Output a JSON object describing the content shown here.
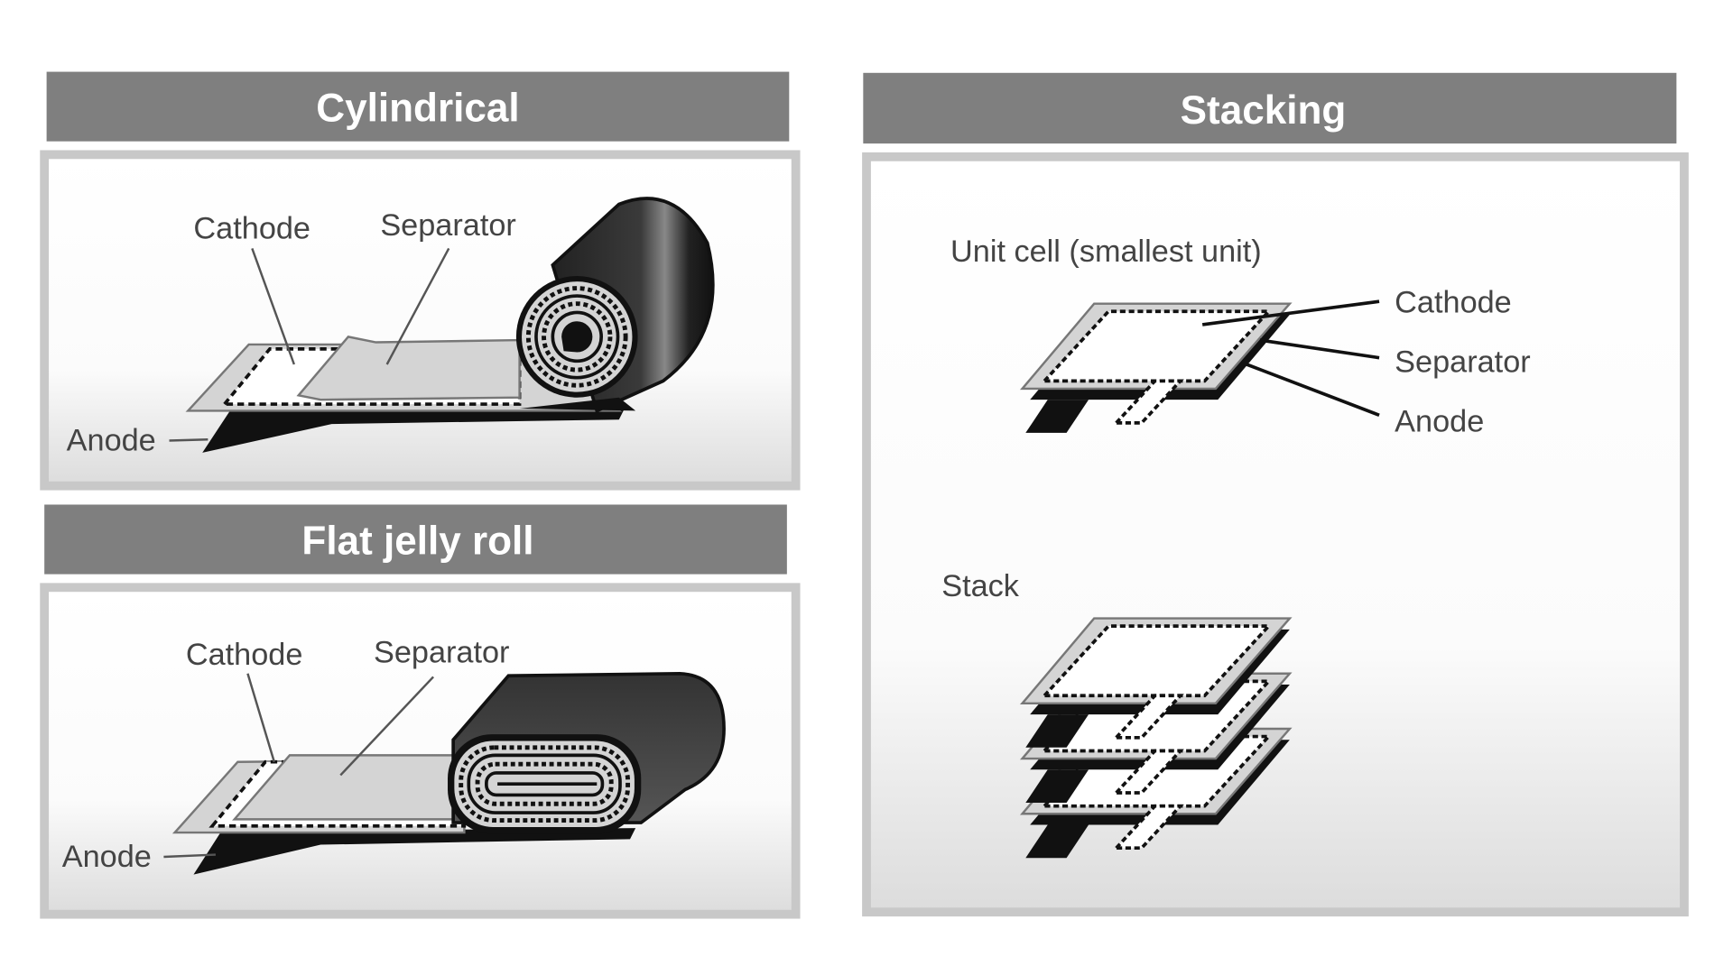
{
  "panels": {
    "cylindrical": {
      "title": "Cylindrical",
      "labels": {
        "cathode": "Cathode",
        "separator": "Separator",
        "anode": "Anode"
      }
    },
    "flat_jelly_roll": {
      "title": "Flat jelly roll",
      "labels": {
        "cathode": "Cathode",
        "separator": "Separator",
        "anode": "Anode"
      }
    },
    "stacking": {
      "title": "Stacking",
      "unit_cell_label": "Unit cell (smallest unit)",
      "labels": {
        "cathode": "Cathode",
        "separator": "Separator",
        "anode": "Anode"
      },
      "stack_label": "Stack"
    }
  },
  "colors": {
    "header": "#7f7f7f",
    "panel_border": "#c8c8c8",
    "sheet": "#d4d4d4",
    "anode": "#111111"
  }
}
